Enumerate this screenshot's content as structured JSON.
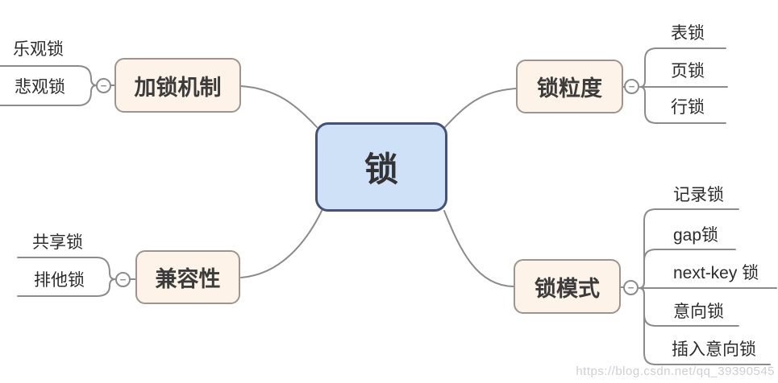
{
  "mindmap": {
    "root": {
      "label": "锁"
    },
    "branches": [
      {
        "label": "加锁机制",
        "position": "top-left",
        "children": [
          {
            "label": "乐观锁"
          },
          {
            "label": "悲观锁"
          }
        ]
      },
      {
        "label": "锁粒度",
        "position": "top-right",
        "children": [
          {
            "label": "表锁"
          },
          {
            "label": "页锁"
          },
          {
            "label": "行锁"
          }
        ]
      },
      {
        "label": "兼容性",
        "position": "bottom-left",
        "children": [
          {
            "label": "共享锁"
          },
          {
            "label": "排他锁"
          }
        ]
      },
      {
        "label": "锁模式",
        "position": "bottom-right",
        "children": [
          {
            "label": "记录锁"
          },
          {
            "label": "gap锁"
          },
          {
            "label": "next-key 锁"
          },
          {
            "label": "意向锁"
          },
          {
            "label": "插入意向锁"
          }
        ]
      }
    ]
  },
  "ui": {
    "collapse_glyph": "−"
  },
  "colors": {
    "root_fill": "#cfe1f7",
    "root_border": "#44527b",
    "branch_fill": "#fdf3e8",
    "branch_border": "#9b958d",
    "connector": "#8b8b8b",
    "text": "#333333",
    "watermark": "#c6c7ce"
  },
  "watermark": {
    "text": "https://blog.csdn.net/qq_39390545"
  }
}
